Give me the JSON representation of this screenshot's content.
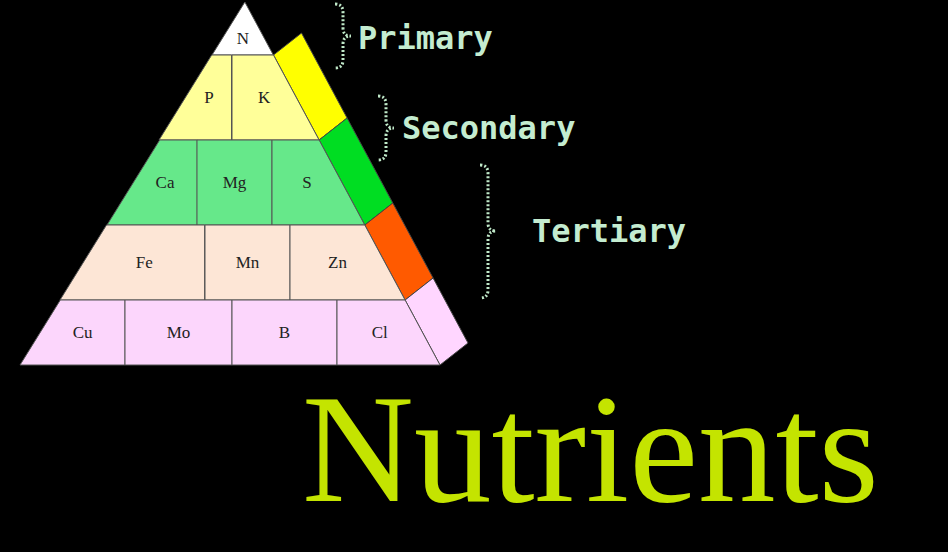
{
  "diagram": {
    "title": "Nutrients",
    "nodes": [
      {
        "text": [
          "N"
        ]
      },
      {
        "text": [
          "P"
        ]
      },
      {
        "text": [
          "K"
        ]
      },
      {
        "text": [
          "Ca"
        ]
      },
      {
        "text": [
          "Mg"
        ]
      },
      {
        "text": [
          "S"
        ]
      },
      {
        "text": [
          "Fe"
        ]
      },
      {
        "text": [
          "Mn"
        ]
      },
      {
        "text": [
          "Zn"
        ]
      },
      {
        "text": [
          "Cu"
        ]
      },
      {
        "text": [
          "Mo"
        ]
      },
      {
        "text": [
          "B"
        ]
      },
      {
        "text": [
          "Cl"
        ]
      }
    ],
    "labels": [
      "Primary",
      "Secondary",
      "Tertiary"
    ]
  }
}
